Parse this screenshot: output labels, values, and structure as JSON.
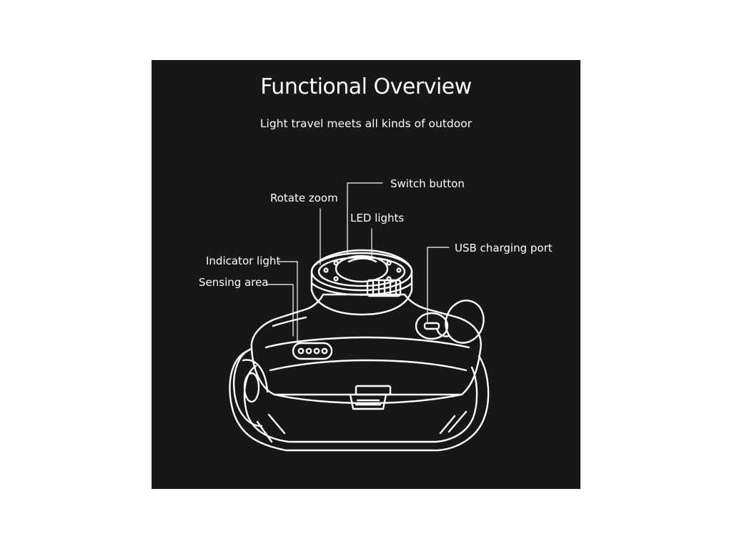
{
  "diagram": {
    "title": "Functional Overview",
    "subtitle": "Light travel meets all kinds of outdoor",
    "callouts": {
      "switch_button": "Switch button",
      "rotate_zoom": "Rotate zoom",
      "led_lights": "LED lights",
      "usb_charging_port": "USB charging port",
      "indicator_light": "Indicator light",
      "sensing_area": "Sensing area"
    },
    "colors": {
      "background": "#171717",
      "foreground": "#ffffff",
      "page": "#ffffff"
    }
  }
}
